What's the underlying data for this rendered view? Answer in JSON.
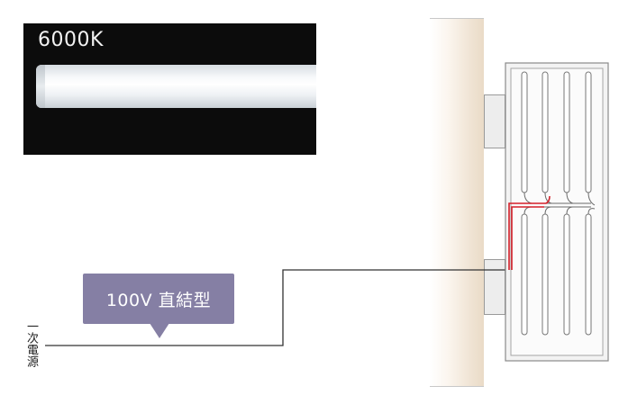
{
  "photo": {
    "color_temperature_label": "6000K",
    "background_color": "#0c0c0c"
  },
  "callout": {
    "label": "100V 直結型",
    "color": "#857fa4"
  },
  "power_source": {
    "label": "一次電源"
  },
  "wiring": {
    "primary_line_color": "#333333",
    "internal_wire_color": "#d4202a"
  },
  "fixture": {
    "tube_columns": 4,
    "tube_rows": 2
  }
}
